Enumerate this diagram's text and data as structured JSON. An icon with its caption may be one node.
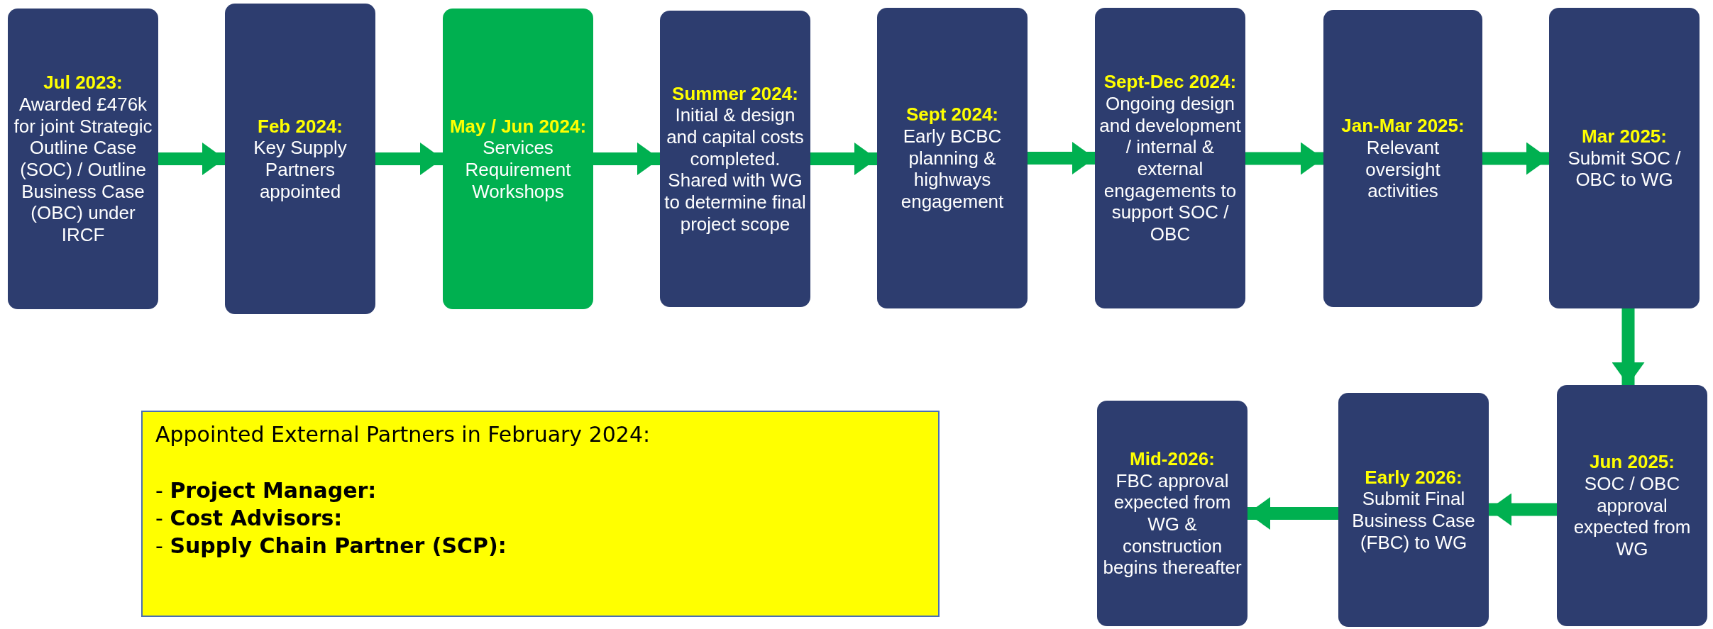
{
  "diagram": {
    "nodes": [
      {
        "text": [
          "Jul 2023:",
          "Awarded £476k for joint Strategic Outline Case (SOC) / Outline Business Case (OBC) under IRCF"
        ]
      },
      {
        "text": [
          "Feb 2024:",
          "Key Supply Partners appointed"
        ]
      },
      {
        "text": [
          "May / Jun 2024:",
          "Services Requirement Workshops"
        ]
      },
      {
        "text": [
          "Summer 2024:",
          "Initial & design and capital costs completed. Shared with WG to determine final project scope"
        ]
      },
      {
        "text": [
          "Sept 2024:",
          "Early BCBC planning & highways engagement"
        ]
      },
      {
        "text": [
          "Sept-Dec 2024:",
          "Ongoing design and development / internal & external engagements to support SOC / OBC"
        ]
      },
      {
        "text": [
          "Jan-Mar 2025:",
          "Relevant oversight activities"
        ]
      },
      {
        "text": [
          "Mar 2025:",
          "Submit SOC / OBC to WG"
        ]
      },
      {
        "text": [
          "Jun 2025:",
          "SOC / OBC approval expected from WG"
        ]
      },
      {
        "text": [
          "Early 2026:",
          "Submit Final Business Case (FBC) to WG"
        ]
      },
      {
        "text": [
          "Mid-2026:",
          "FBC approval expected from WG & construction begins thereafter"
        ]
      },
      {
        "text": [
          "Appointed External Partners in February 2024:",
          "- **Project Manager:**",
          "- **Cost Advisors:**",
          "- **Supply Chain Partner (SCP):**"
        ]
      }
    ],
    "edges": [
      {
        "from": 0,
        "to": 1,
        "arrow": "to"
      },
      {
        "from": 1,
        "to": 2,
        "arrow": "to"
      },
      {
        "from": 2,
        "to": 3,
        "arrow": "to"
      },
      {
        "from": 3,
        "to": 4,
        "arrow": "to"
      },
      {
        "from": 4,
        "to": 5,
        "arrow": "to"
      },
      {
        "from": 5,
        "to": 6,
        "arrow": "to"
      },
      {
        "from": 6,
        "to": 7,
        "arrow": "to"
      },
      {
        "from": 7,
        "to": 8,
        "arrow": "to"
      },
      {
        "from": 8,
        "to": 9,
        "arrow": "to"
      },
      {
        "from": 9,
        "to": 10,
        "arrow": "to"
      }
    ]
  }
}
